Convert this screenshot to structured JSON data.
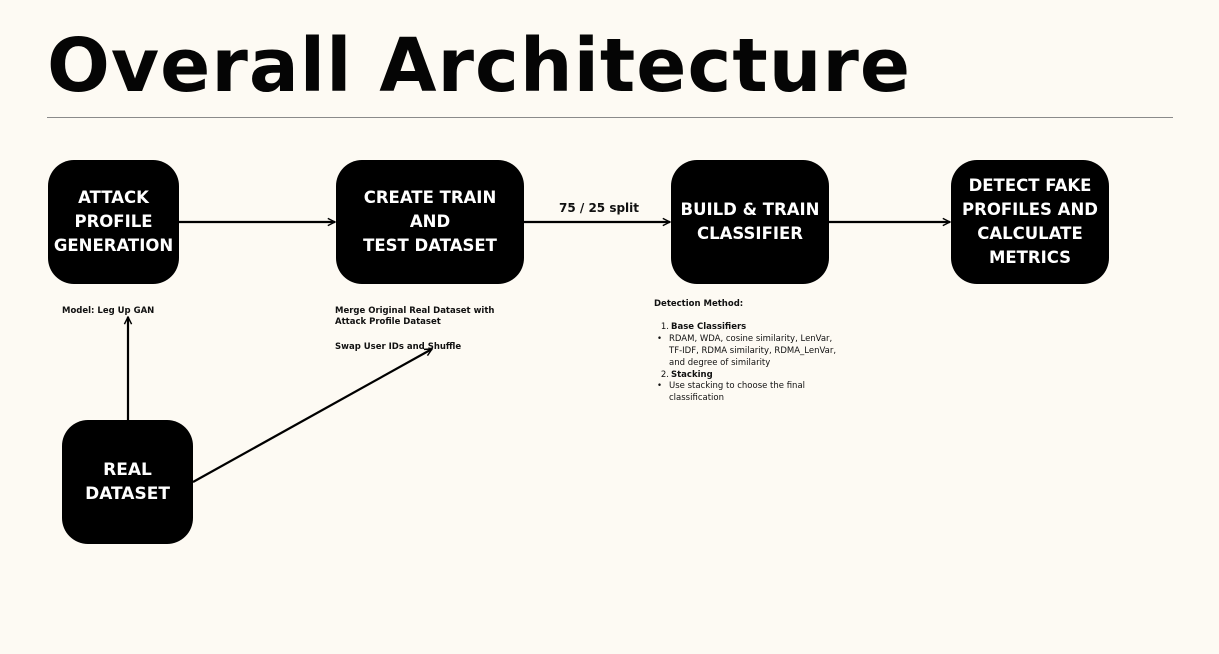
{
  "title": "Overall Architecture",
  "boxes": {
    "attack": "ATTACK\nPROFILE\nGENERATION",
    "create": "CREATE TRAIN AND\nTEST DATASET",
    "build": "BUILD & TRAIN\nCLASSIFIER",
    "detect": "DETECT FAKE\nPROFILES AND\nCALCULATE\nMETRICS",
    "real": "REAL\nDATASET"
  },
  "edge_label_split": "75 / 25 split",
  "notes": {
    "model": "Model: Leg Up GAN",
    "merge": "Merge Original Real Dataset with Attack Profile Dataset",
    "swap": "Swap User IDs and Shuffle"
  },
  "detection": {
    "heading": "Detection Method:",
    "items": [
      {
        "num": "1.",
        "label": "Base Classifiers",
        "bullet": "RDAM, WDA, cosine similarity, LenVar, TF-IDF, RDMA similarity, RDMA_LenVar, and degree of similarity"
      },
      {
        "num": "2.",
        "label": "Stacking",
        "bullet": "Use stacking to choose the final classification"
      }
    ],
    "bullet_glyph": "•"
  }
}
